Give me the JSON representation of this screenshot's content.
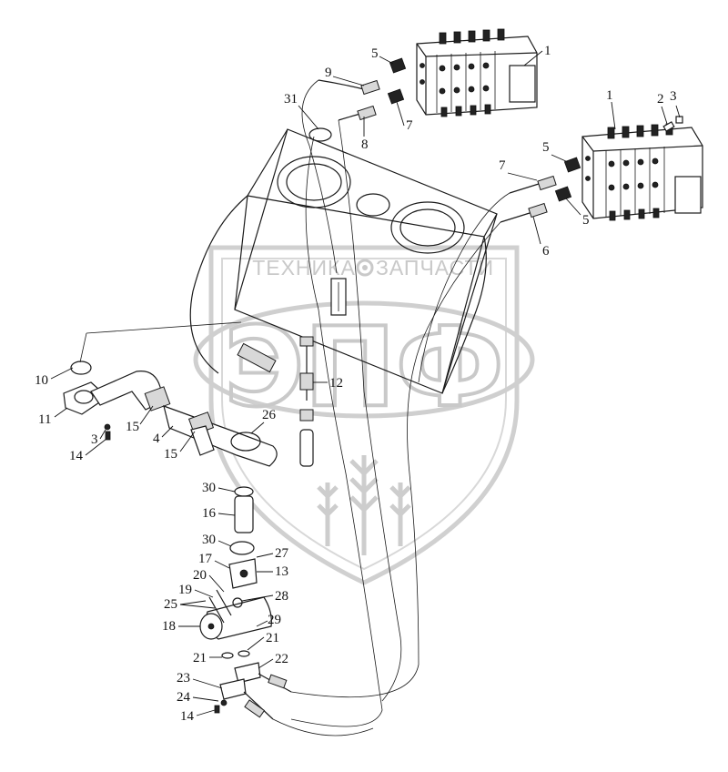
{
  "watermark": {
    "brand_left": "ТЕХНИКА",
    "brand_right": "ЗАПЧАСТИ",
    "logo_letters": "ЭПФ",
    "color": "#c9c9c9"
  },
  "callouts": [
    {
      "id": "c1a",
      "text": "1"
    },
    {
      "id": "c5a",
      "text": "5"
    },
    {
      "id": "c9",
      "text": "9"
    },
    {
      "id": "c31",
      "text": "31"
    },
    {
      "id": "c7a",
      "text": "7"
    },
    {
      "id": "c8",
      "text": "8"
    },
    {
      "id": "c1b",
      "text": "1"
    },
    {
      "id": "c2",
      "text": "2"
    },
    {
      "id": "c3a",
      "text": "3"
    },
    {
      "id": "c5b",
      "text": "5"
    },
    {
      "id": "c7b",
      "text": "7"
    },
    {
      "id": "c5c",
      "text": "5"
    },
    {
      "id": "c6",
      "text": "6"
    },
    {
      "id": "c10",
      "text": "10"
    },
    {
      "id": "c11",
      "text": "11"
    },
    {
      "id": "c12",
      "text": "12"
    },
    {
      "id": "c3b",
      "text": "3"
    },
    {
      "id": "c14a",
      "text": "14"
    },
    {
      "id": "c15a",
      "text": "15"
    },
    {
      "id": "c4",
      "text": "4"
    },
    {
      "id": "c15b",
      "text": "15"
    },
    {
      "id": "c26",
      "text": "26"
    },
    {
      "id": "c30a",
      "text": "30"
    },
    {
      "id": "c16",
      "text": "16"
    },
    {
      "id": "c30b",
      "text": "30"
    },
    {
      "id": "c17",
      "text": "17"
    },
    {
      "id": "c27",
      "text": "27"
    },
    {
      "id": "c13",
      "text": "13"
    },
    {
      "id": "c20",
      "text": "20"
    },
    {
      "id": "c19",
      "text": "19"
    },
    {
      "id": "c25",
      "text": "25"
    },
    {
      "id": "c28",
      "text": "28"
    },
    {
      "id": "c18",
      "text": "18"
    },
    {
      "id": "c29",
      "text": "29"
    },
    {
      "id": "c21a",
      "text": "21"
    },
    {
      "id": "c21b",
      "text": "21"
    },
    {
      "id": "c22",
      "text": "22"
    },
    {
      "id": "c23",
      "text": "23"
    },
    {
      "id": "c24",
      "text": "24"
    },
    {
      "id": "c14b",
      "text": "14"
    }
  ]
}
